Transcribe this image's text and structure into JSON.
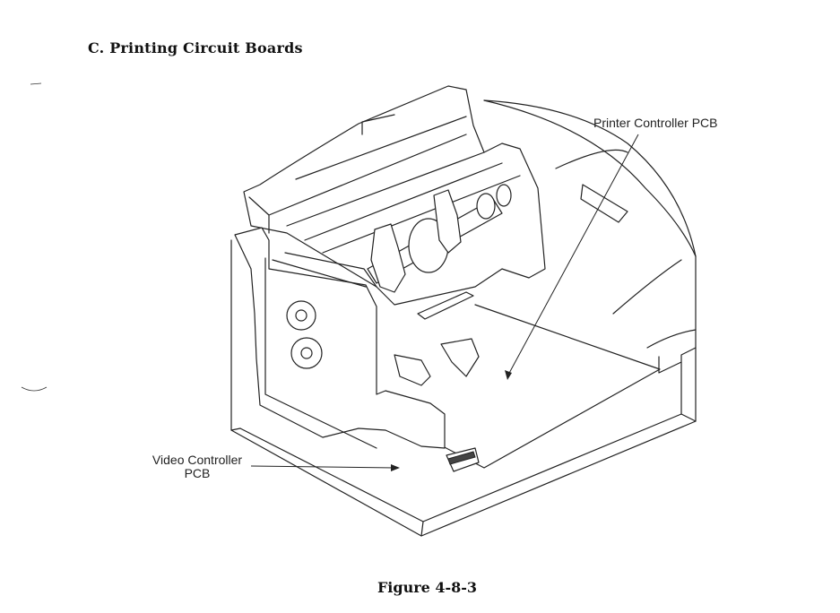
{
  "section": {
    "heading": "C.  Printing Circuit Boards"
  },
  "figure": {
    "caption": "Figure 4-8-3",
    "callouts": {
      "printer_controller": "Printer Controller PCB",
      "video_controller_line1": "Video Controller",
      "video_controller_line2": "PCB"
    }
  }
}
